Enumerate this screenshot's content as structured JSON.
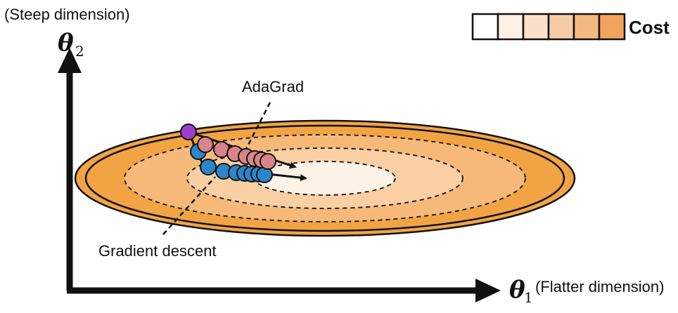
{
  "figure": {
    "y_axis_caption": "(Steep dimension)",
    "y_axis_symbol": "θ",
    "y_axis_subscript": "2",
    "x_axis_symbol": "θ",
    "x_axis_subscript": "1",
    "x_axis_caption": "(Flatter dimension)",
    "legend_label": "Cost",
    "legend_colors": [
      "#ffffff",
      "#fdf0e4",
      "#fae0c8",
      "#f7cca4",
      "#f4b881",
      "#f2a35c",
      "#f09a40"
    ],
    "contour_colors": [
      "#f2a444",
      "#f6b97a",
      "#f9cfa3",
      "#fbe2c8",
      "#fdf2e6"
    ],
    "adagrad_label": "AdaGrad",
    "gd_label": "Gradient descent",
    "adagrad_color": "#d9848a",
    "gd_color": "#2a86c9",
    "start_color": "#9b3fd1"
  }
}
